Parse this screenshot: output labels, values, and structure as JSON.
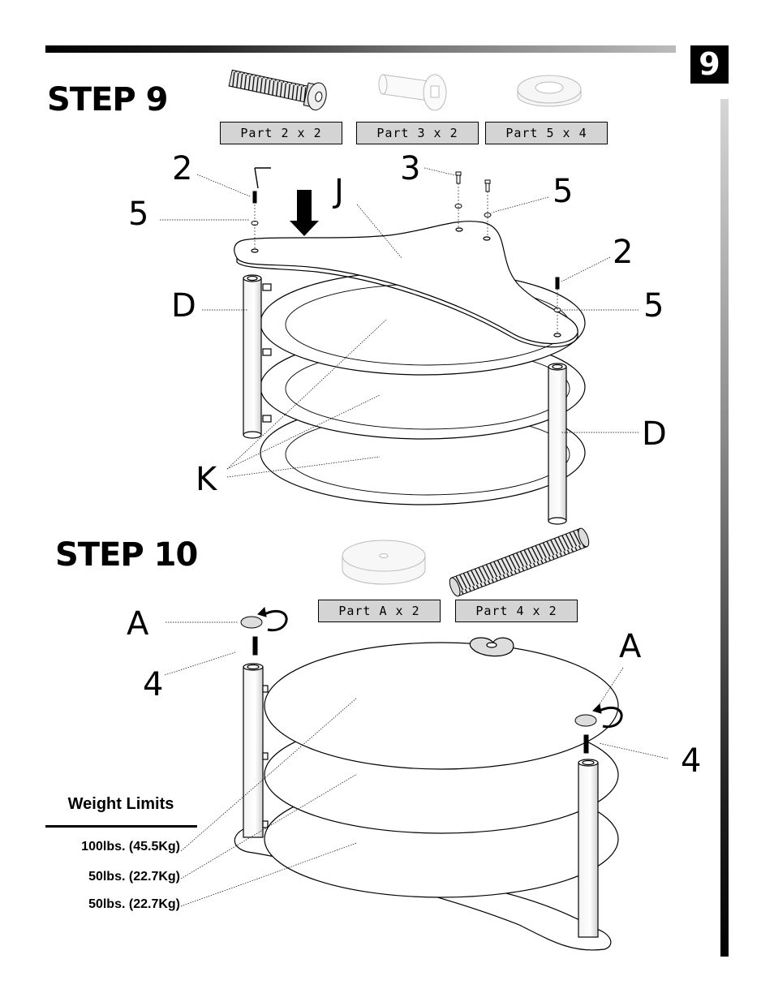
{
  "page_number": "9",
  "step9": {
    "title": "STEP 9",
    "parts": [
      "Part 2 x 2",
      "Part 3 x 2",
      "Part 5 x 4"
    ],
    "callouts": {
      "c2_left": "2",
      "c5_left": "5",
      "c3": "3",
      "cJ": "J",
      "c5_right_top": "5",
      "c2_right": "2",
      "cD_left": "D",
      "c5_right": "5",
      "cD_right": "D",
      "cK": "K"
    }
  },
  "step10": {
    "title": "STEP 10",
    "parts": [
      "Part A x 2",
      "Part 4 x 2"
    ],
    "callouts": {
      "cA_left": "A",
      "c4_left": "4",
      "cA_right": "A",
      "c4_right": "4"
    }
  },
  "weight_limits": {
    "title": "Weight Limits",
    "rows": [
      "100lbs.  (45.5Kg)",
      "50lbs.  (22.7Kg)",
      "50lbs.  (22.7Kg)"
    ]
  }
}
